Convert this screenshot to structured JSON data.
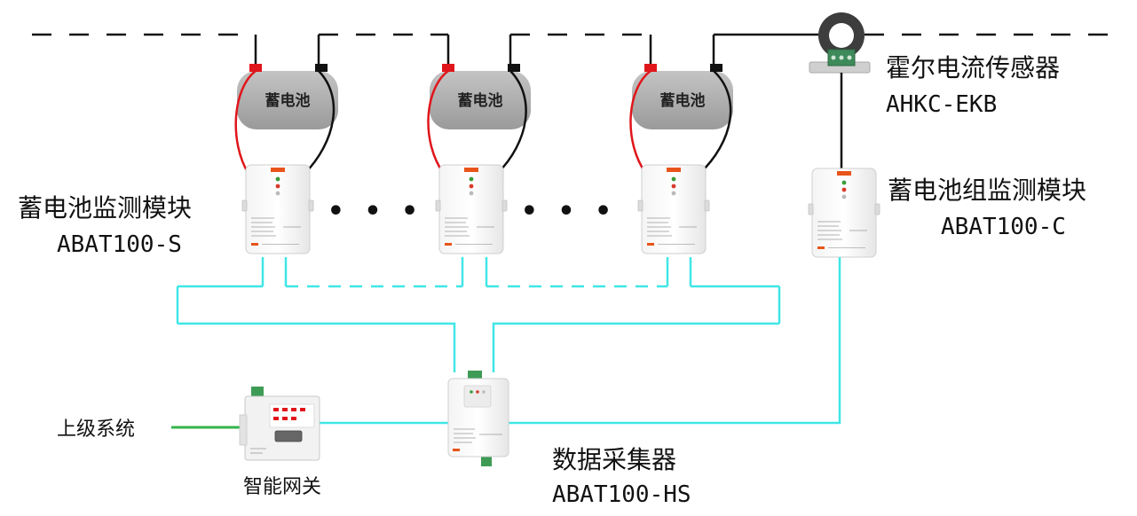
{
  "battery": {
    "label": "蓄电池"
  },
  "battery_module": {
    "name": "蓄电池监测模块",
    "model": "ABAT100-S"
  },
  "hall_sensor": {
    "name": "霍尔电流传感器",
    "model": "AHKC-EKB"
  },
  "group_module": {
    "name": "蓄电池组监测模块",
    "model": "ABAT100-C"
  },
  "collector": {
    "name": "数据采集器",
    "model": "ABAT100-HS"
  },
  "gateway": {
    "name": "智能网关"
  },
  "upper_system": {
    "label": "上级系统"
  },
  "ellipsis": "• • •",
  "colors": {
    "positive_wire": "#e0161b",
    "negative_wire": "#111111",
    "comm_bus": "#40e6e6",
    "uplink": "#33b54a",
    "battery_fill": "#a9a9a9",
    "brand_orange": "#e8541a"
  }
}
